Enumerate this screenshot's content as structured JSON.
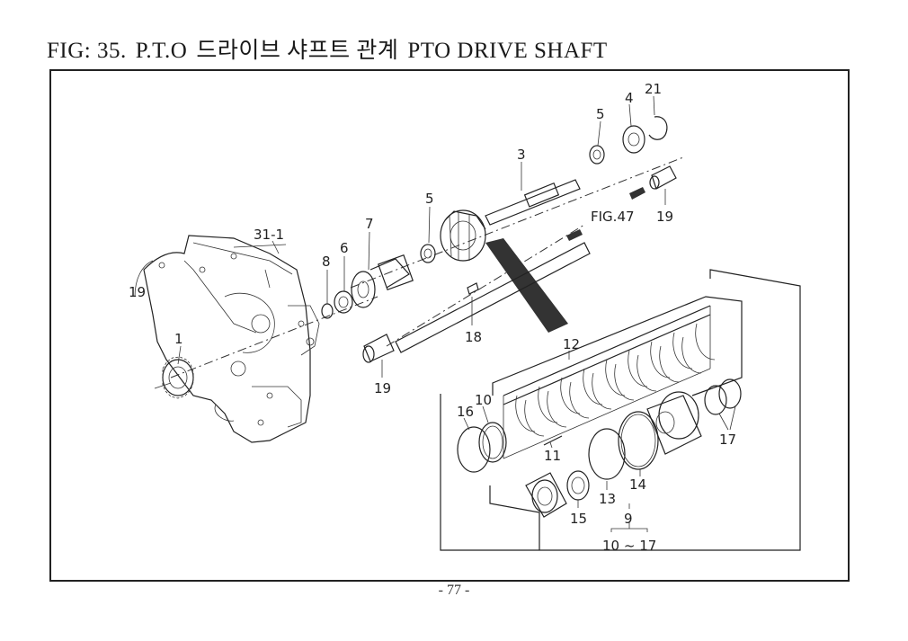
{
  "title": {
    "fig_no": "FIG: 35.",
    "code": "P.T.O",
    "korean": "드라이브 샤프트 관계",
    "english": "PTO DRIVE SHAFT"
  },
  "page_number": "- 77 -",
  "callouts": {
    "c21": "21",
    "c4": "4",
    "c5a": "5",
    "c3": "3",
    "c5b": "5",
    "c7": "7",
    "c6": "6",
    "c8": "8",
    "c31": "31-1",
    "c19a": "19",
    "c19b": "19",
    "c19c": "19",
    "c1": "1",
    "c18": "18",
    "c12": "12",
    "c16": "16",
    "c10": "10",
    "c11": "11",
    "c13": "13",
    "c14": "14",
    "c15": "15",
    "c9": "9",
    "c17": "17",
    "range": "10 ~ 17",
    "fig_ref": "FIG.47"
  }
}
